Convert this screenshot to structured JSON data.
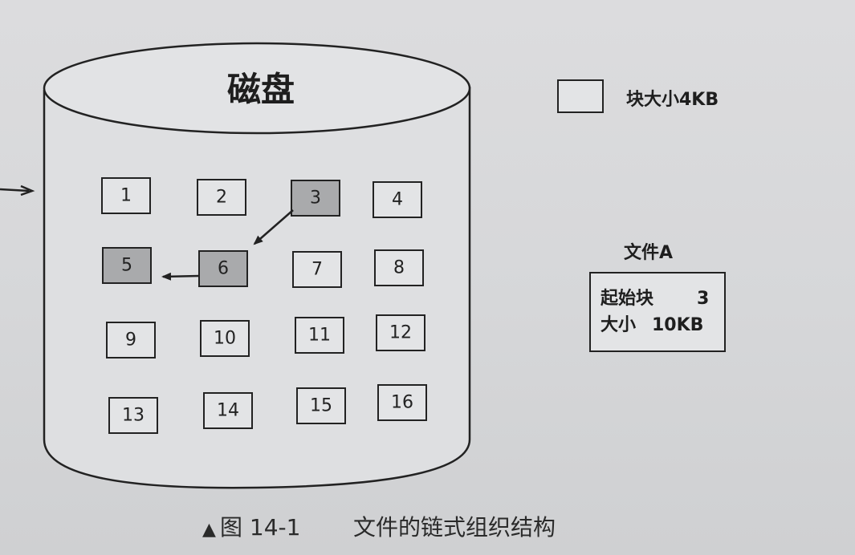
{
  "disk": {
    "title": "磁盘",
    "blocks": [
      {
        "label": "1",
        "highlighted": false
      },
      {
        "label": "2",
        "highlighted": false
      },
      {
        "label": "3",
        "highlighted": true
      },
      {
        "label": "4",
        "highlighted": false
      },
      {
        "label": "5",
        "highlighted": true
      },
      {
        "label": "6",
        "highlighted": true
      },
      {
        "label": "7",
        "highlighted": false
      },
      {
        "label": "8",
        "highlighted": false
      },
      {
        "label": "9",
        "highlighted": false
      },
      {
        "label": "10",
        "highlighted": false
      },
      {
        "label": "11",
        "highlighted": false
      },
      {
        "label": "12",
        "highlighted": false
      },
      {
        "label": "13",
        "highlighted": false
      },
      {
        "label": "14",
        "highlighted": false
      },
      {
        "label": "15",
        "highlighted": false
      },
      {
        "label": "16",
        "highlighted": false
      }
    ],
    "chain": [
      "3",
      "6",
      "5"
    ]
  },
  "legend": {
    "block_size_label": "块大小4KB"
  },
  "file": {
    "name": "文件A",
    "start_block_label": "起始块",
    "start_block_value": "3",
    "size_label": "大小",
    "size_value": "10KB"
  },
  "caption": {
    "marker": "▲",
    "figure_number": "图 14-1",
    "text": "文件的链式组织结构"
  },
  "colors": {
    "highlight_fill": "#a9aaac",
    "normal_fill": "#e3e4e6",
    "stroke": "#222222"
  }
}
